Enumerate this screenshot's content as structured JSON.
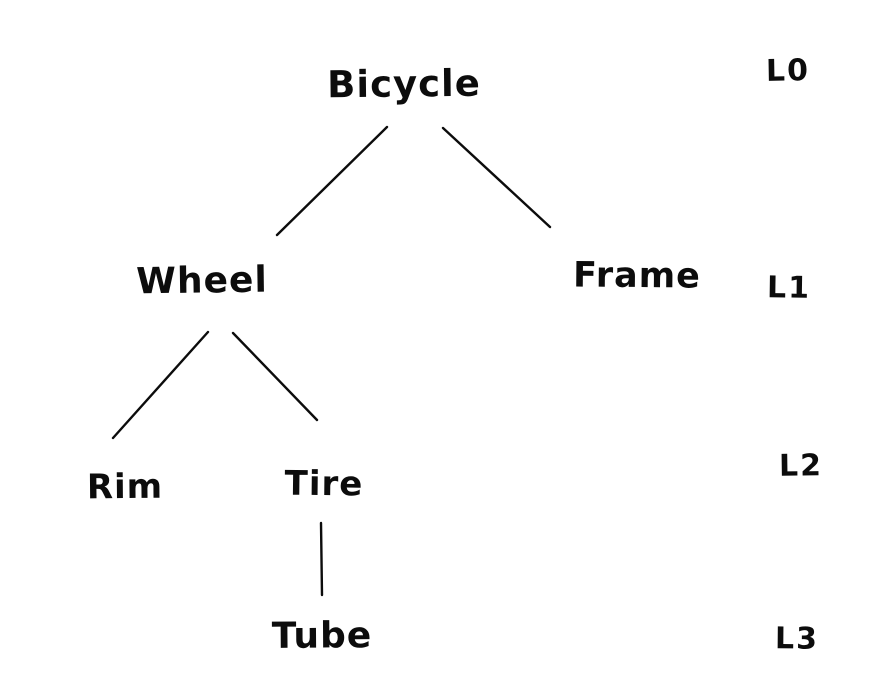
{
  "diagram": {
    "type": "tree",
    "style": "hand-drawn",
    "ink_color": "#0c0c0c",
    "background_color": "#ffffff",
    "nodes": {
      "bicycle": {
        "label": "Bicycle",
        "level": 0
      },
      "wheel": {
        "label": "Wheel",
        "level": 1
      },
      "frame": {
        "label": "Frame",
        "level": 1
      },
      "rim": {
        "label": "Rim",
        "level": 2
      },
      "tire": {
        "label": "Tire",
        "level": 2
      },
      "tube": {
        "label": "Tube",
        "level": 3
      }
    },
    "edges": [
      {
        "from": "Bicycle",
        "to": "Wheel"
      },
      {
        "from": "Bicycle",
        "to": "Frame"
      },
      {
        "from": "Wheel",
        "to": "Rim"
      },
      {
        "from": "Wheel",
        "to": "Tire"
      },
      {
        "from": "Tire",
        "to": "Tube"
      }
    ],
    "level_labels": {
      "l0": {
        "label": "L0"
      },
      "l1": {
        "label": "L1"
      },
      "l2": {
        "label": "L2"
      },
      "l3": {
        "label": "L3"
      }
    }
  }
}
